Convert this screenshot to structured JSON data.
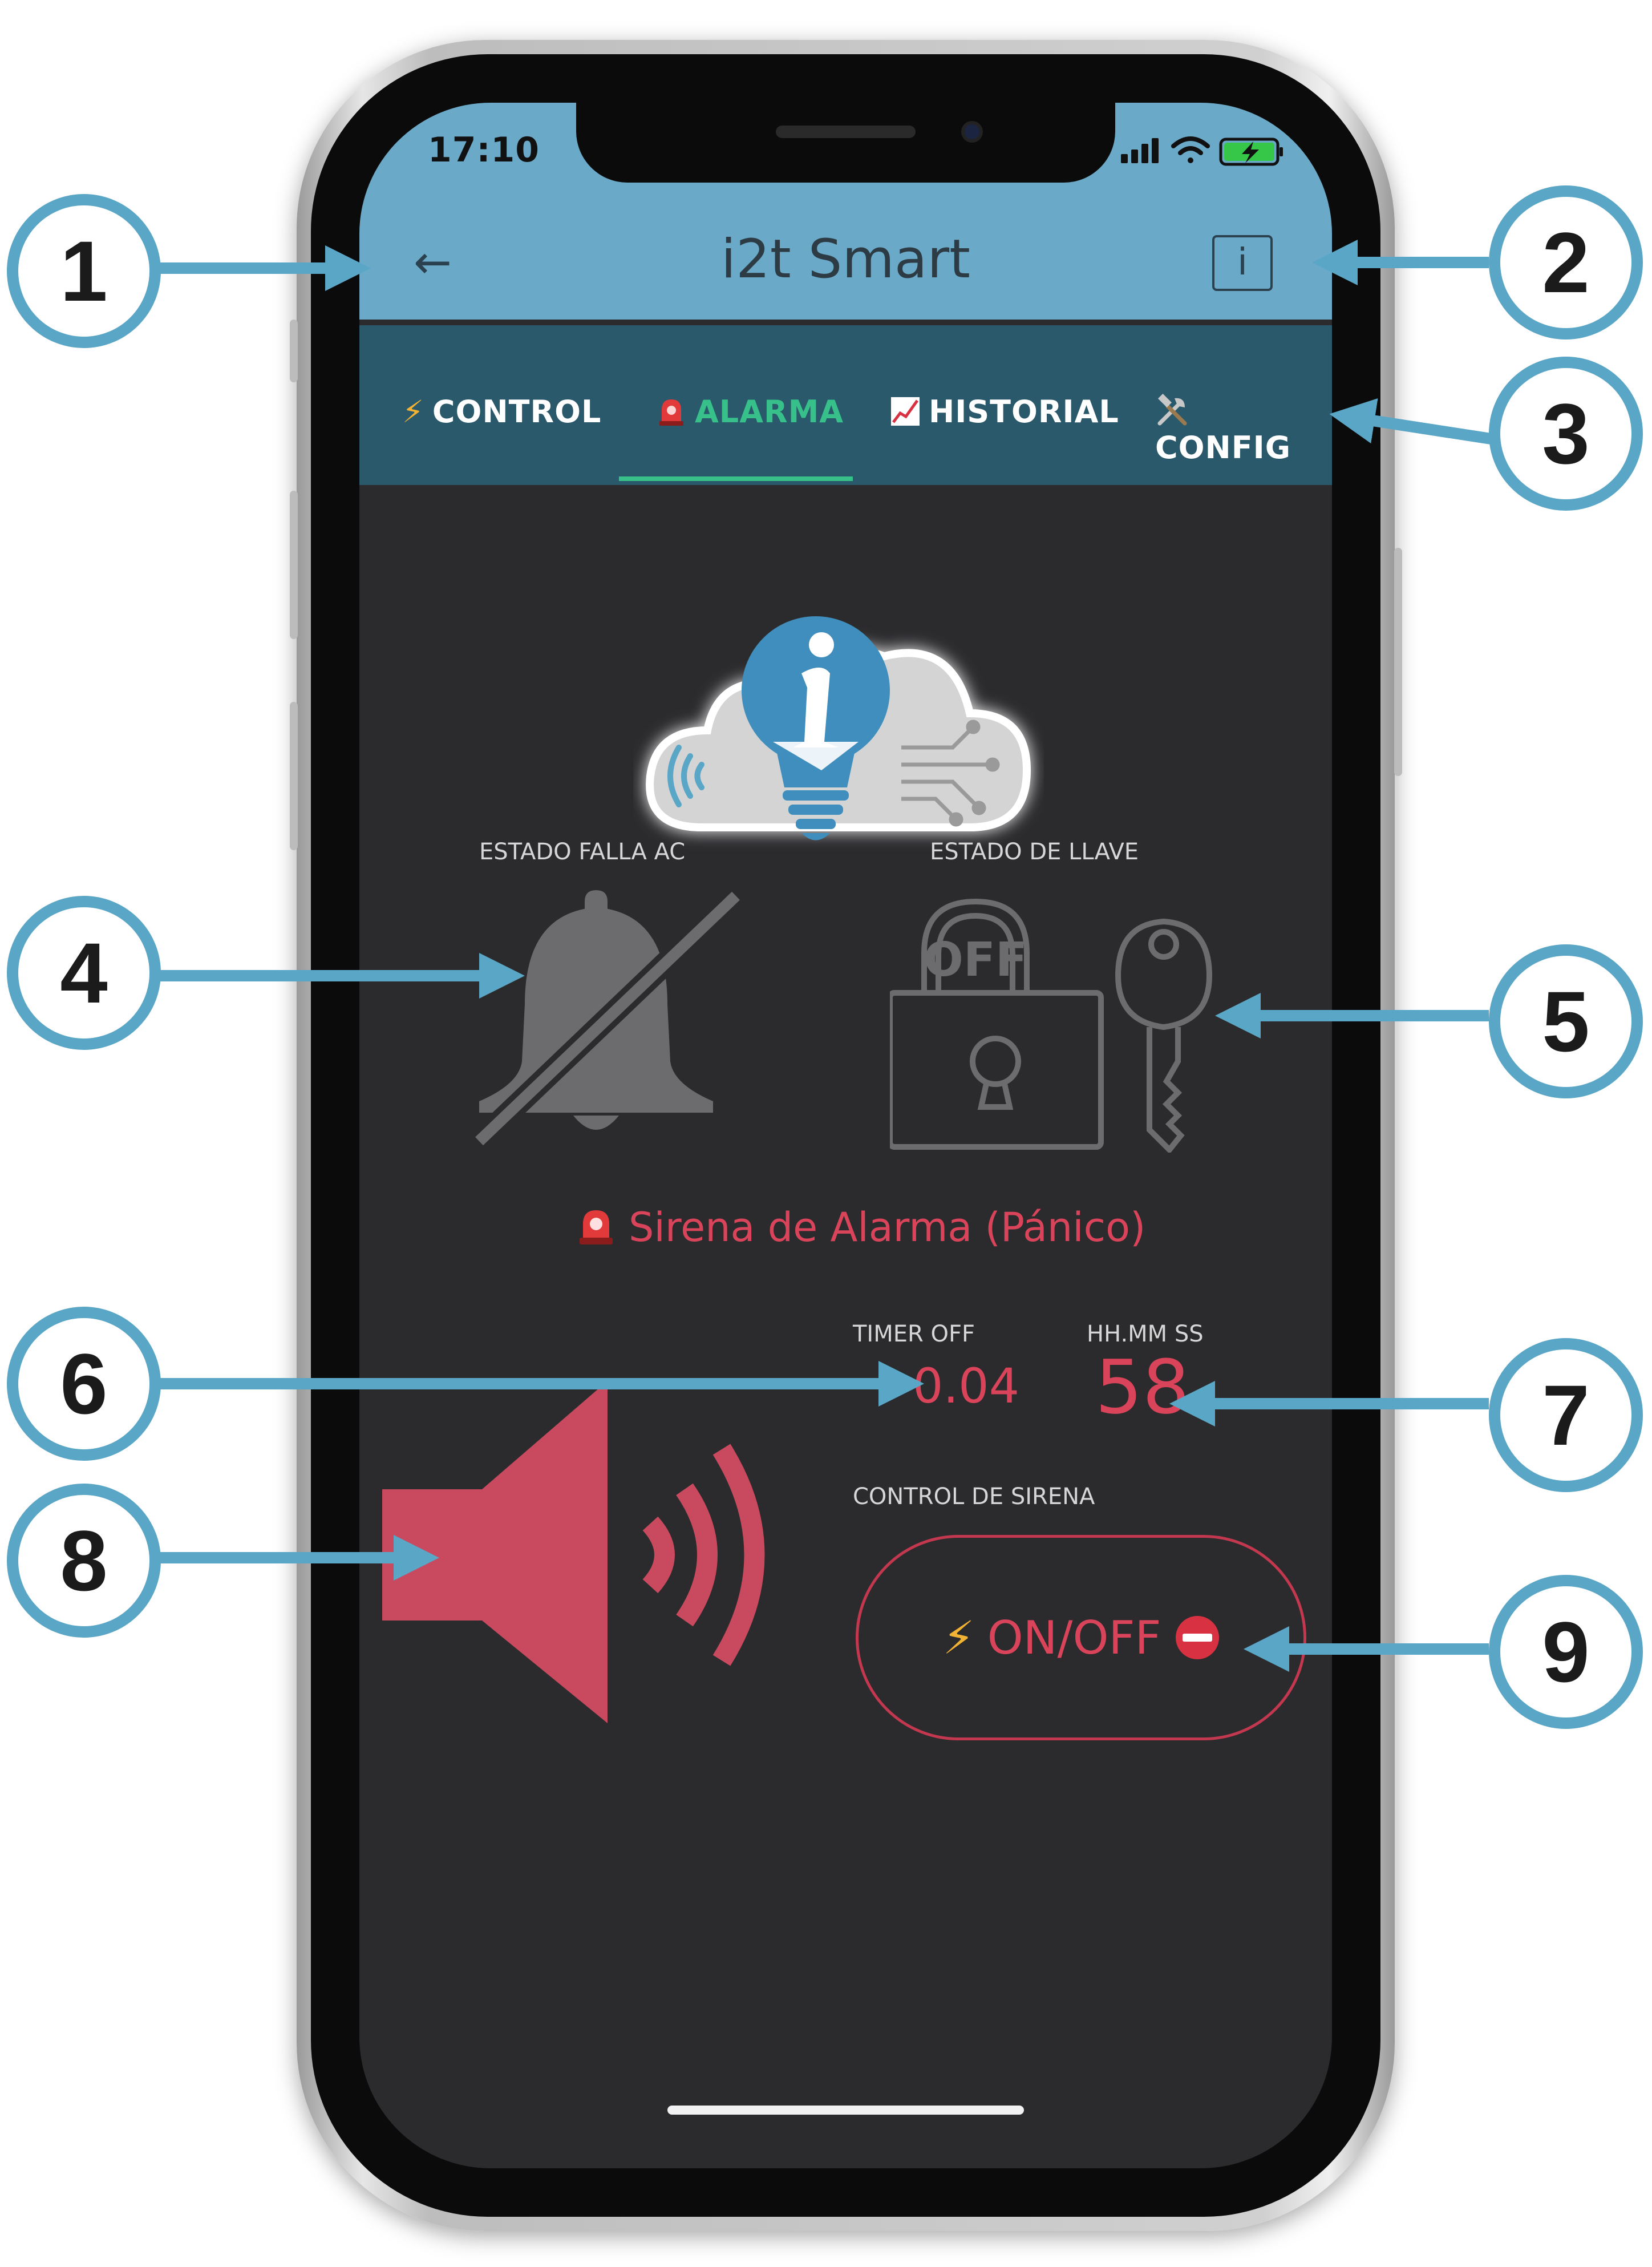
{
  "status_bar": {
    "time": "17:10",
    "icons": [
      "signal-icon",
      "wifi-icon",
      "battery-charging-icon"
    ]
  },
  "header": {
    "title": "i2t Smart",
    "back_icon": "←",
    "info_icon": "i"
  },
  "tabs": [
    {
      "icon": "⚡",
      "label": "CONTROL",
      "active": false
    },
    {
      "icon": "siren-icon",
      "label": "ALARMA",
      "active": true
    },
    {
      "icon": "chart-icon",
      "label": "HISTORIAL",
      "active": false
    },
    {
      "icon": "tools-icon",
      "label": "CONFIG",
      "active": false
    }
  ],
  "widgets": {
    "estado_falla_ac": {
      "label": "ESTADO FALLA AC",
      "icon": "bell-off-icon"
    },
    "estado_llave": {
      "label": "ESTADO DE LLAVE",
      "icon": "lock-key-icon",
      "lock_text": "OFF"
    },
    "siren_title": "Sirena de Alarma (Pánico)",
    "timer": {
      "label": "TIMER OFF",
      "value": "0.04"
    },
    "hhmmss": {
      "label": "HH.MM SS",
      "value": "58"
    },
    "control_sirena": {
      "label": "CONTROL DE SIRENA",
      "button_label": "ON/OFF",
      "bolt": "⚡"
    }
  },
  "callouts": [
    "1",
    "2",
    "3",
    "4",
    "5",
    "6",
    "7",
    "8",
    "9"
  ],
  "colors": {
    "header": "#6aa9c7",
    "tabbar": "#29596b",
    "active_tab": "#37c08a",
    "background": "#2b2b2e",
    "accent_red": "#d9445a",
    "callout": "#5aa6c6"
  }
}
